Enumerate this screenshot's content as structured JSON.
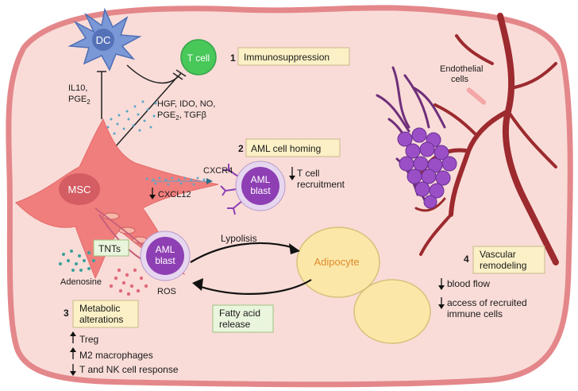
{
  "labels": {
    "dc": "DC",
    "tcell": "T cell",
    "msc": "MSC",
    "aml1": "AML",
    "blast1": "blast",
    "aml2": "AML",
    "blast2": "blast",
    "adipocyte": "Adipocyte",
    "endothelial1": "Endothelial",
    "endothelial2": "cells",
    "tnts": "TNTs",
    "adenosine": "Adenosine",
    "ros": "ROS",
    "il10": "IL10,",
    "pge2_left": "PGE",
    "hgf_line1": "HGF, IDO, NO,",
    "hgf_line2a": "PGE",
    "hgf_line2b": ", TGFβ",
    "sub2": "2",
    "cxcr4": "CXCR4",
    "cxcl12": "CXCL12",
    "tcell_recruit1": "T cell",
    "tcell_recruit2": "recruitment",
    "lypolisis": "Lypolisis",
    "fatty1": "Fatty acid",
    "fatty2": "release"
  },
  "sections": {
    "s1_num": "1",
    "s1_title": "Immunosuppression",
    "s2_num": "2",
    "s2_title": "AML cell homing",
    "s3_num": "3",
    "s3_title1": "Metabolic",
    "s3_title2": "alterations",
    "s4_num": "4",
    "s4_title1": "Vascular",
    "s4_title2": "remodeling"
  },
  "effects": {
    "treg": "Treg",
    "m2": "M2 macrophages",
    "tnk": "T and NK cell response",
    "blood": "blood flow",
    "access1": "access of recruited",
    "access2": "immune cells"
  },
  "colors": {
    "background": "#f9dcd8",
    "border": "#e4878a",
    "msc": "#f07e7c",
    "aml": "#8e3fb3",
    "dc": "#7a98d6",
    "tcell": "#49c85a",
    "vessel": "#9c2a2e",
    "vein": "#6f2f7a",
    "adipocyte": "#fbe8a8"
  }
}
